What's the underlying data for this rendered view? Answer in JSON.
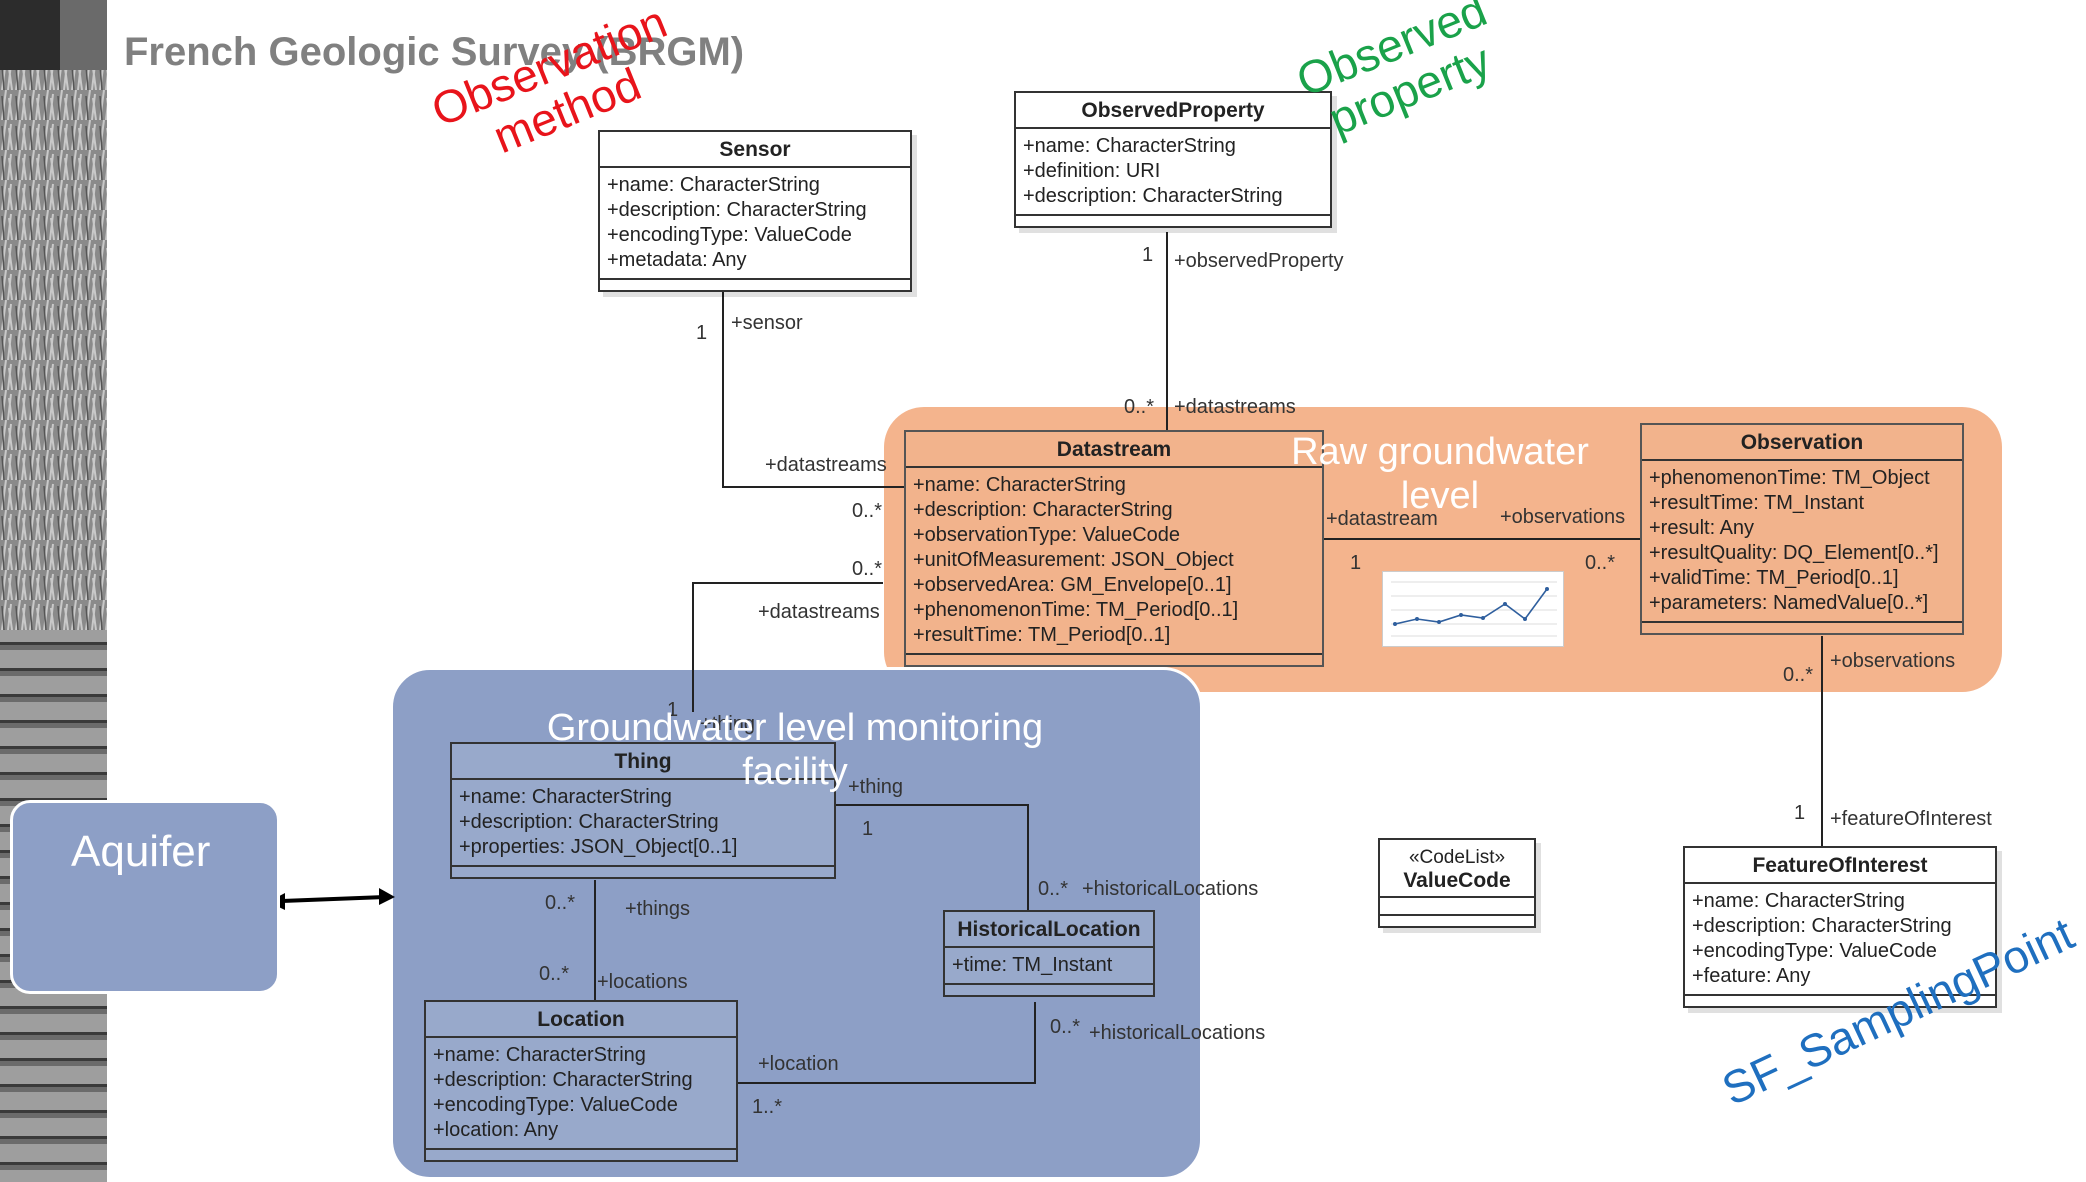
{
  "header": {
    "title": "French Geologic Survey (BRGM)"
  },
  "annotations": {
    "observation_method": "Observation\nmethod",
    "observed_property": "Observed\nproperty",
    "sf_sampling_point": "SF_SamplingPoint",
    "colors": {
      "observation_method": "#e8141b",
      "observed_property": "#1aa24a",
      "sf_sampling_point": "#1f6fbf"
    }
  },
  "regions": {
    "raw_groundwater": {
      "title": "Raw groundwater\nlevel",
      "color": "#f4b48d"
    },
    "monitoring_facility": {
      "title": "Groundwater level monitoring\nfacility",
      "color": "#8d9fc6"
    },
    "aquifer": {
      "label": "Aquifer"
    }
  },
  "classes": {
    "sensor": {
      "name": "Sensor",
      "attributes": [
        "+name: CharacterString",
        "+description: CharacterString",
        "+encodingType: ValueCode",
        "+metadata: Any"
      ]
    },
    "observed_property": {
      "name": "ObservedProperty",
      "attributes": [
        "+name: CharacterString",
        "+definition: URI",
        "+description: CharacterString"
      ]
    },
    "datastream": {
      "name": "Datastream",
      "attributes": [
        "+name: CharacterString",
        "+description: CharacterString",
        "+observationType: ValueCode",
        "+unitOfMeasurement: JSON_Object",
        "+observedArea: GM_Envelope[0..1]",
        "+phenomenonTime: TM_Period[0..1]",
        "+resultTime: TM_Period[0..1]"
      ]
    },
    "observation": {
      "name": "Observation",
      "attributes": [
        "+phenomenonTime: TM_Object",
        "+resultTime: TM_Instant",
        "+result: Any",
        "+resultQuality: DQ_Element[0..*]",
        "+validTime: TM_Period[0..1]",
        "+parameters: NamedValue[0..*]"
      ]
    },
    "thing": {
      "name": "Thing",
      "attributes": [
        "+name: CharacterString",
        "+description: CharacterString",
        "+properties: JSON_Object[0..1]"
      ]
    },
    "historical_location": {
      "name": "HistoricalLocation",
      "attributes": [
        "+time: TM_Instant"
      ]
    },
    "location": {
      "name": "Location",
      "attributes": [
        "+name: CharacterString",
        "+description: CharacterString",
        "+encodingType: ValueCode",
        "+location: Any"
      ]
    },
    "value_code": {
      "stereotype": "«CodeList»",
      "name": "ValueCode",
      "attributes": []
    },
    "feature_of_interest": {
      "name": "FeatureOfInterest",
      "attributes": [
        "+name: CharacterString",
        "+description: CharacterString",
        "+encodingType: ValueCode",
        "+feature: Any"
      ]
    }
  },
  "associations": {
    "sensor_datastream": {
      "role_a": "+sensor",
      "mult_a": "1",
      "role_b": "+datastreams",
      "mult_b": "0..*"
    },
    "observedproperty_datastream": {
      "role_a": "+observedProperty",
      "mult_a": "1",
      "role_b": "+datastreams",
      "mult_b": "0..*"
    },
    "thing_datastream": {
      "role_a": "+thing",
      "mult_a": "1",
      "role_b": "+datastreams",
      "mult_b": "0..*"
    },
    "datastream_observation": {
      "role_a": "+datastream",
      "mult_a": "1",
      "role_b": "+observations",
      "mult_b": "0..*"
    },
    "observation_foi": {
      "role_a": "+observations",
      "mult_a": "0..*",
      "role_b": "+featureOfInterest",
      "mult_b": "1"
    },
    "thing_location": {
      "role_a": "+things",
      "mult_a": "0..*",
      "role_b": "+locations",
      "mult_b": "0..*"
    },
    "thing_historical": {
      "role_a": "+thing",
      "mult_a": "1",
      "role_b": "+historicalLocations",
      "mult_b": "0..*"
    },
    "location_historical": {
      "role_a": "+location",
      "mult_a": "1..*",
      "role_b": "+historicalLocations",
      "mult_b": "0..*"
    }
  }
}
